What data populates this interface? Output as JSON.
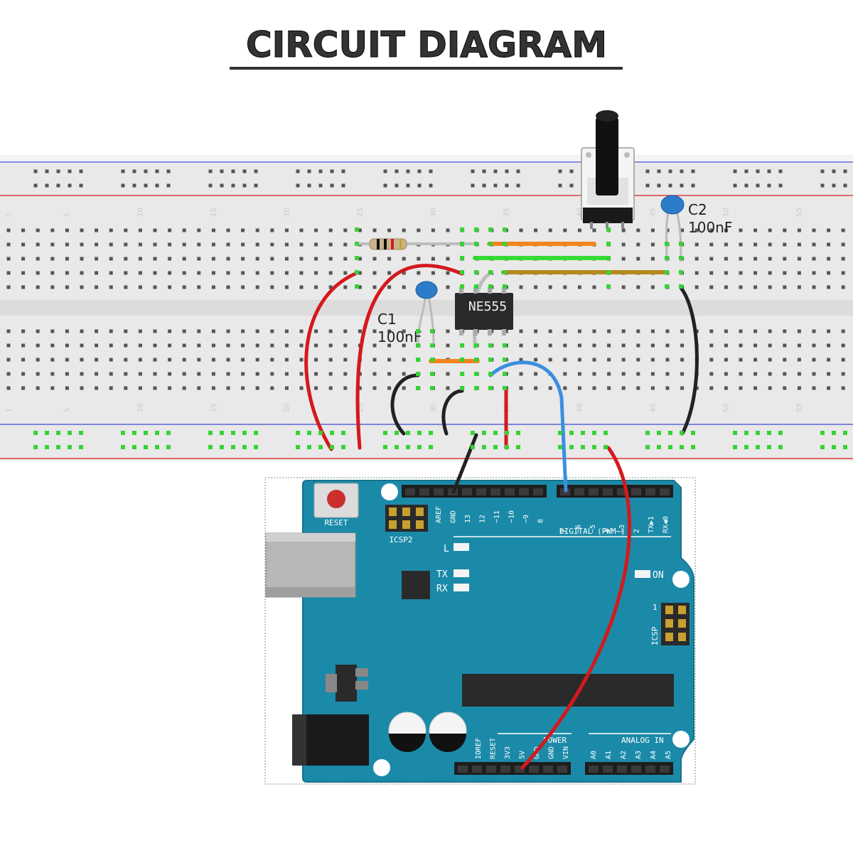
{
  "title": "CIRCUIT DIAGRAM",
  "breadboard": {
    "column_numbers": [
      "1",
      "5",
      "10",
      "15",
      "20",
      "25",
      "30",
      "35",
      "40",
      "45",
      "50",
      "55"
    ]
  },
  "components": {
    "ic_label": "NE555",
    "c1": {
      "name": "C1",
      "value": "100nF"
    },
    "c2": {
      "name": "C2",
      "value": "100nF"
    }
  },
  "arduino": {
    "reset": "RESET",
    "icsp2": "ICSP2",
    "icsp": "ICSP",
    "icsp_pin1": "1",
    "led_l": "L",
    "led_tx": "TX",
    "led_rx": "RX",
    "led_on": "ON",
    "digital_header": "DIGITAL (PWM~)",
    "power_header": "POWER",
    "analog_header": "ANALOG IN",
    "top_left_pins": [
      "AREF",
      "GND",
      "13",
      "12",
      "~11",
      "~10",
      "~9",
      "8"
    ],
    "top_right_pins": [
      "7",
      "~6",
      "~5",
      "4",
      "~3",
      "2",
      "TX▶1",
      "RX◀0"
    ],
    "power_pins": [
      "IOREF",
      "RESET",
      "3V3",
      "5V",
      "GND",
      "GND",
      "VIN"
    ],
    "analog_pins": [
      "A0",
      "A1",
      "A2",
      "A3",
      "A4",
      "A5"
    ]
  },
  "colors": {
    "board": "#1b8aa8",
    "breadboard": "#e9e9e9",
    "wire_red": "#d4191d",
    "wire_black": "#222222",
    "wire_blue": "#3a8fe0",
    "wire_orange": "#f2861e",
    "wire_green": "#33dd33",
    "wire_olive": "#b5891e",
    "wire_gray": "#bdbdbd"
  }
}
